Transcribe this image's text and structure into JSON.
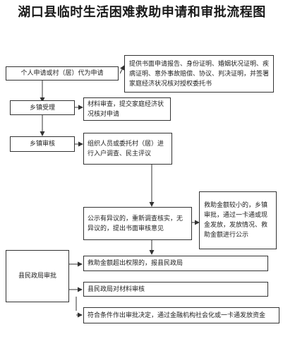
{
  "title": "湖口县临时生活困难救助申请和审批流程图",
  "nodes": {
    "apply": "个人申请或村（居）代为申请",
    "materials": "提供书面申请报告、身份证明、婚姻状况证明、疾病证明、意外事故赔偿、协议、判决证明，并签署家庭经济状况核对授权委托书",
    "town_accept": "乡镇受理",
    "town_accept_note": "材料审查，提交家庭经济状况核对申请",
    "town_review": "乡镇审核",
    "town_review_note": "组织人员或委托村（居）进行入户调查、民主评议",
    "publicity": "公示有异议的，重新调查核实，无异议的，提出书面审核意见",
    "small_amount": "救助金额较小的，乡镇审批，通过一卡通或现金发放，发放情况、救助金额进行公示",
    "county_approve": "县民政局审批",
    "exceed": "救助金额超出权限的，报县民政局",
    "county_review": "县民政局对材料审核",
    "final": "符合条件作出审批决定，通过金融机构社会化或一卡通发放资金"
  }
}
